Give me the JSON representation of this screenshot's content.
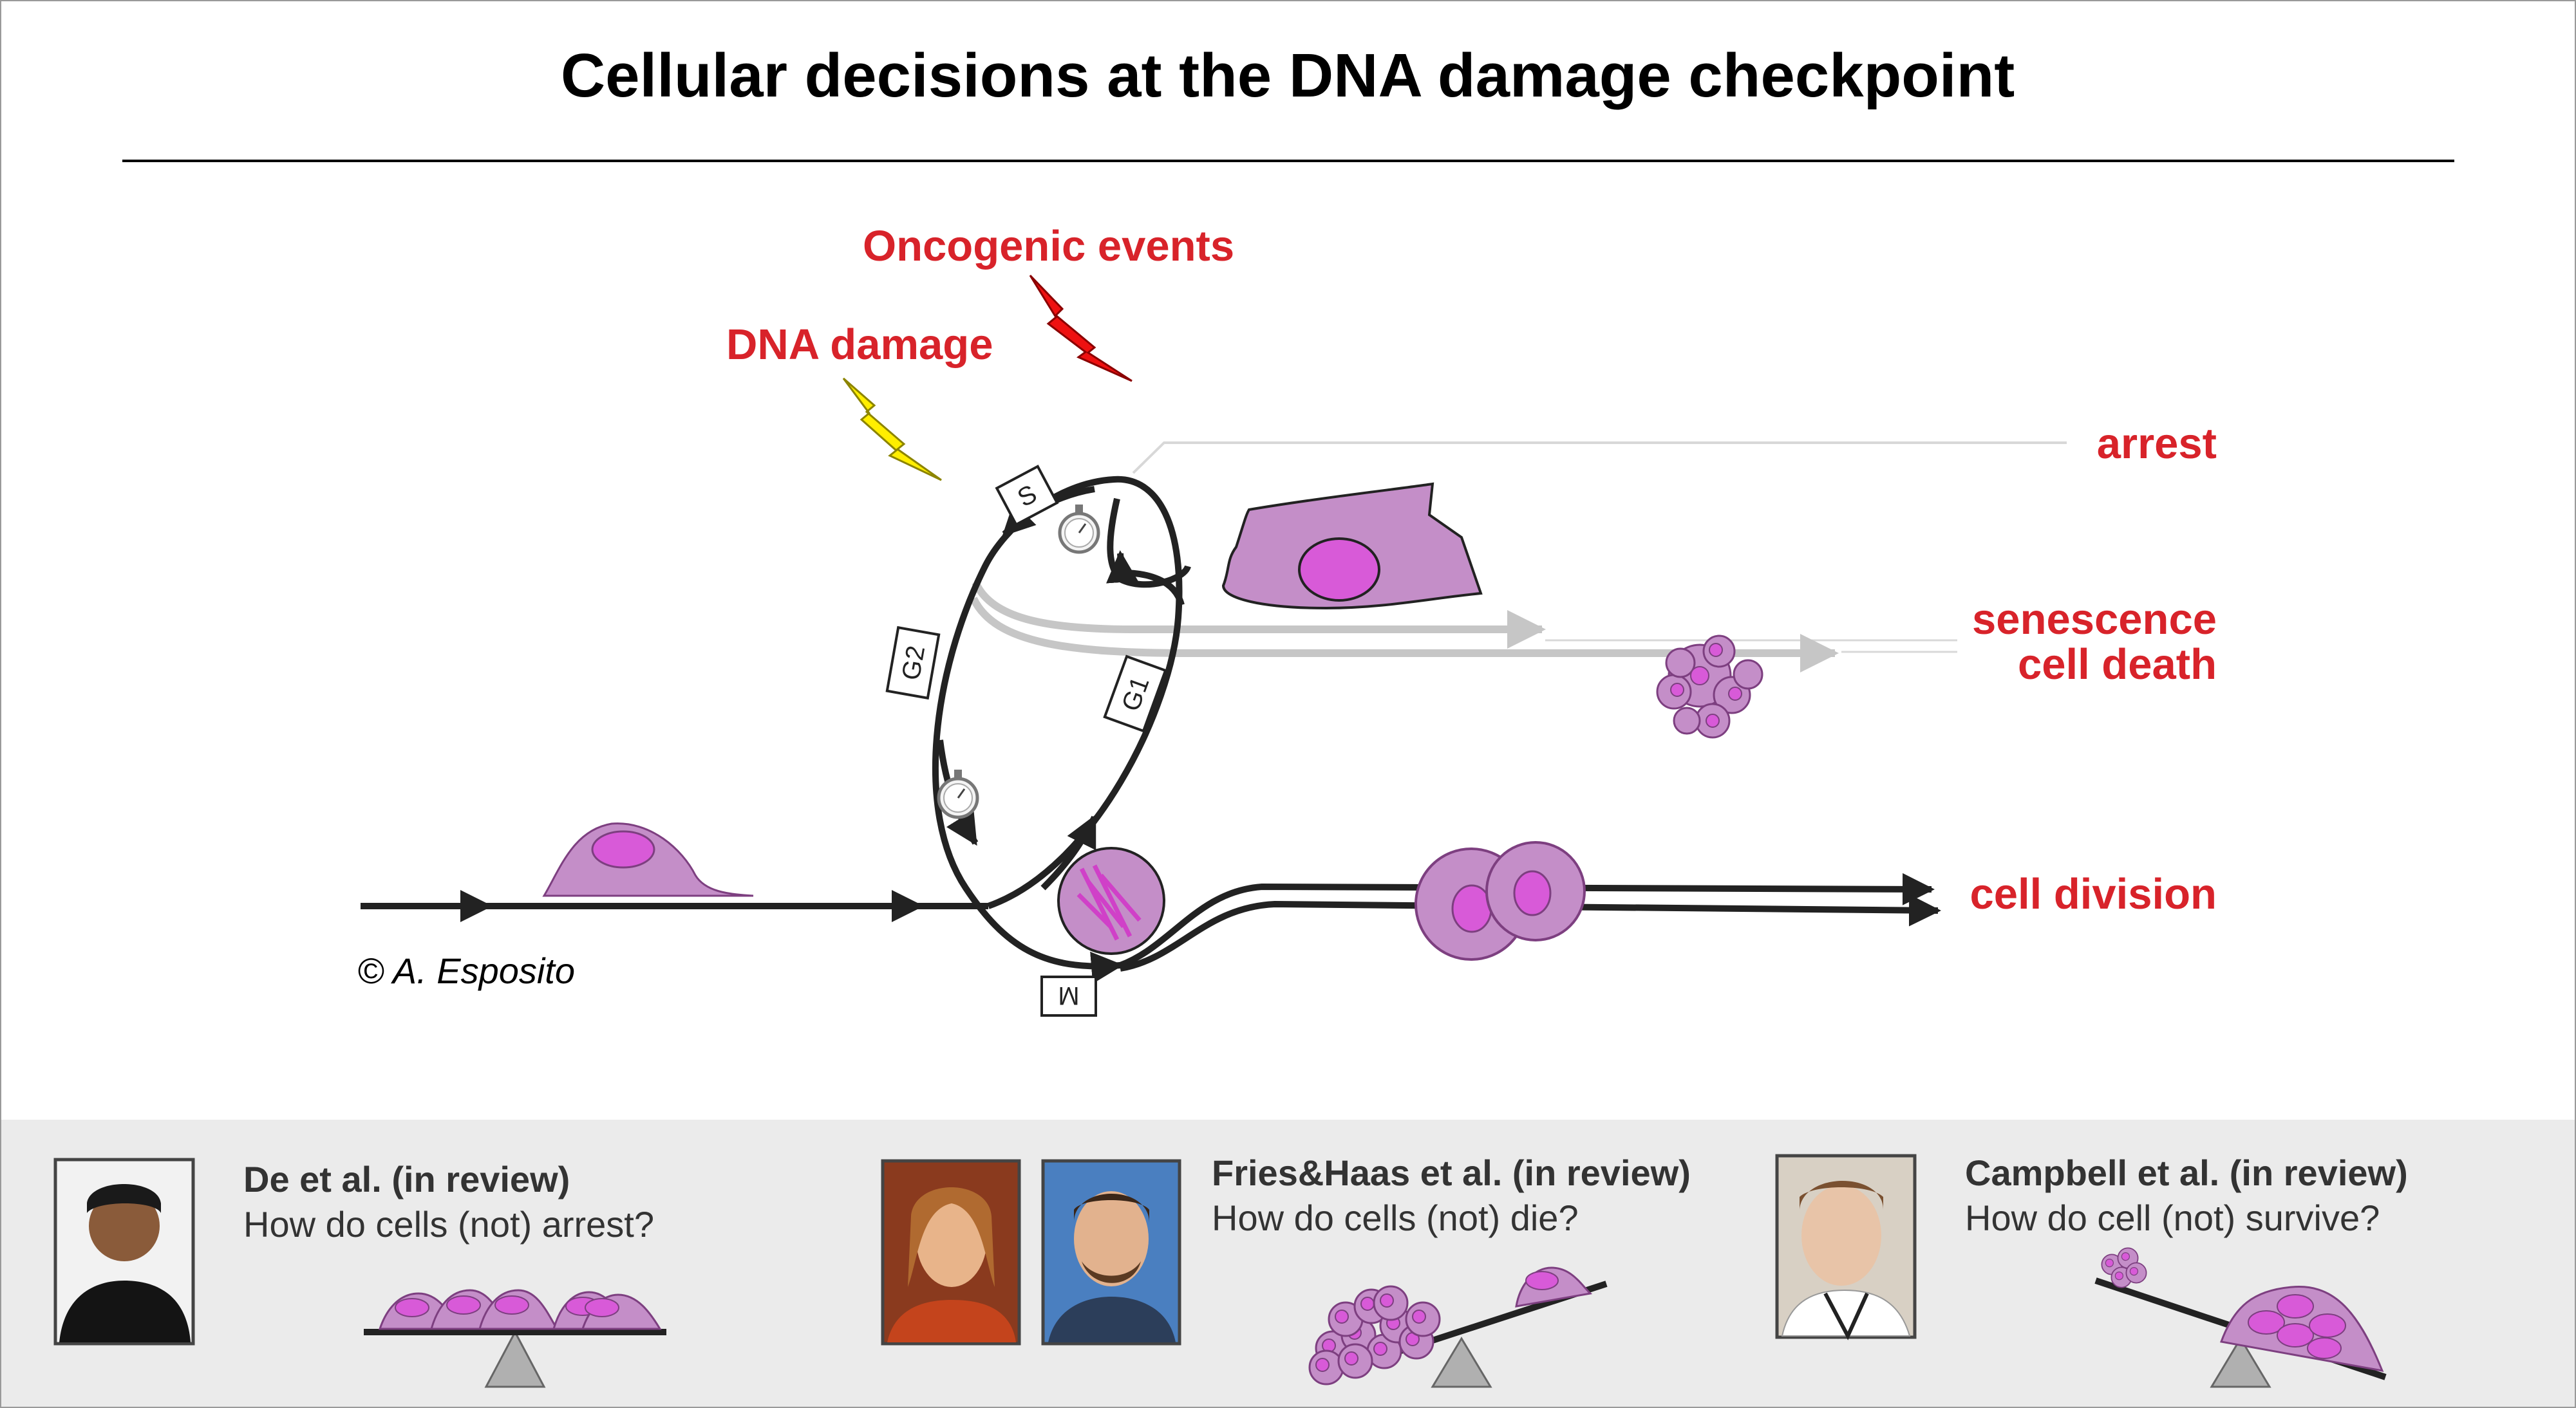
{
  "title": "Cellular decisions at the DNA damage checkpoint",
  "stimuli": {
    "oncogenic": "Oncogenic events",
    "dna_damage": "DNA damage"
  },
  "outcomes": {
    "arrest": "arrest",
    "senescence": "senescence",
    "cell_death": "cell death",
    "cell_division": "cell division"
  },
  "phases": {
    "s": "S",
    "g2": "G2",
    "g1": "G1",
    "m": "M"
  },
  "credit": "© A. Esposito",
  "publications": [
    {
      "title": "De et al. (in review)",
      "question": "How do cells (not) arrest?"
    },
    {
      "title": "Fries&Haas et al. (in review)",
      "question": "How do cells (not) die?"
    },
    {
      "title": "Campbell et al. (in review)",
      "question": "How do cell (not) survive?"
    }
  ],
  "colors": {
    "accent_red": "#d8232a",
    "cell_body": "#c48ec8",
    "nucleus": "#d85ad8",
    "yellow_bolt": "#ffee00",
    "red_bolt": "#ee1111",
    "footer_bg": "#ebebeb"
  }
}
